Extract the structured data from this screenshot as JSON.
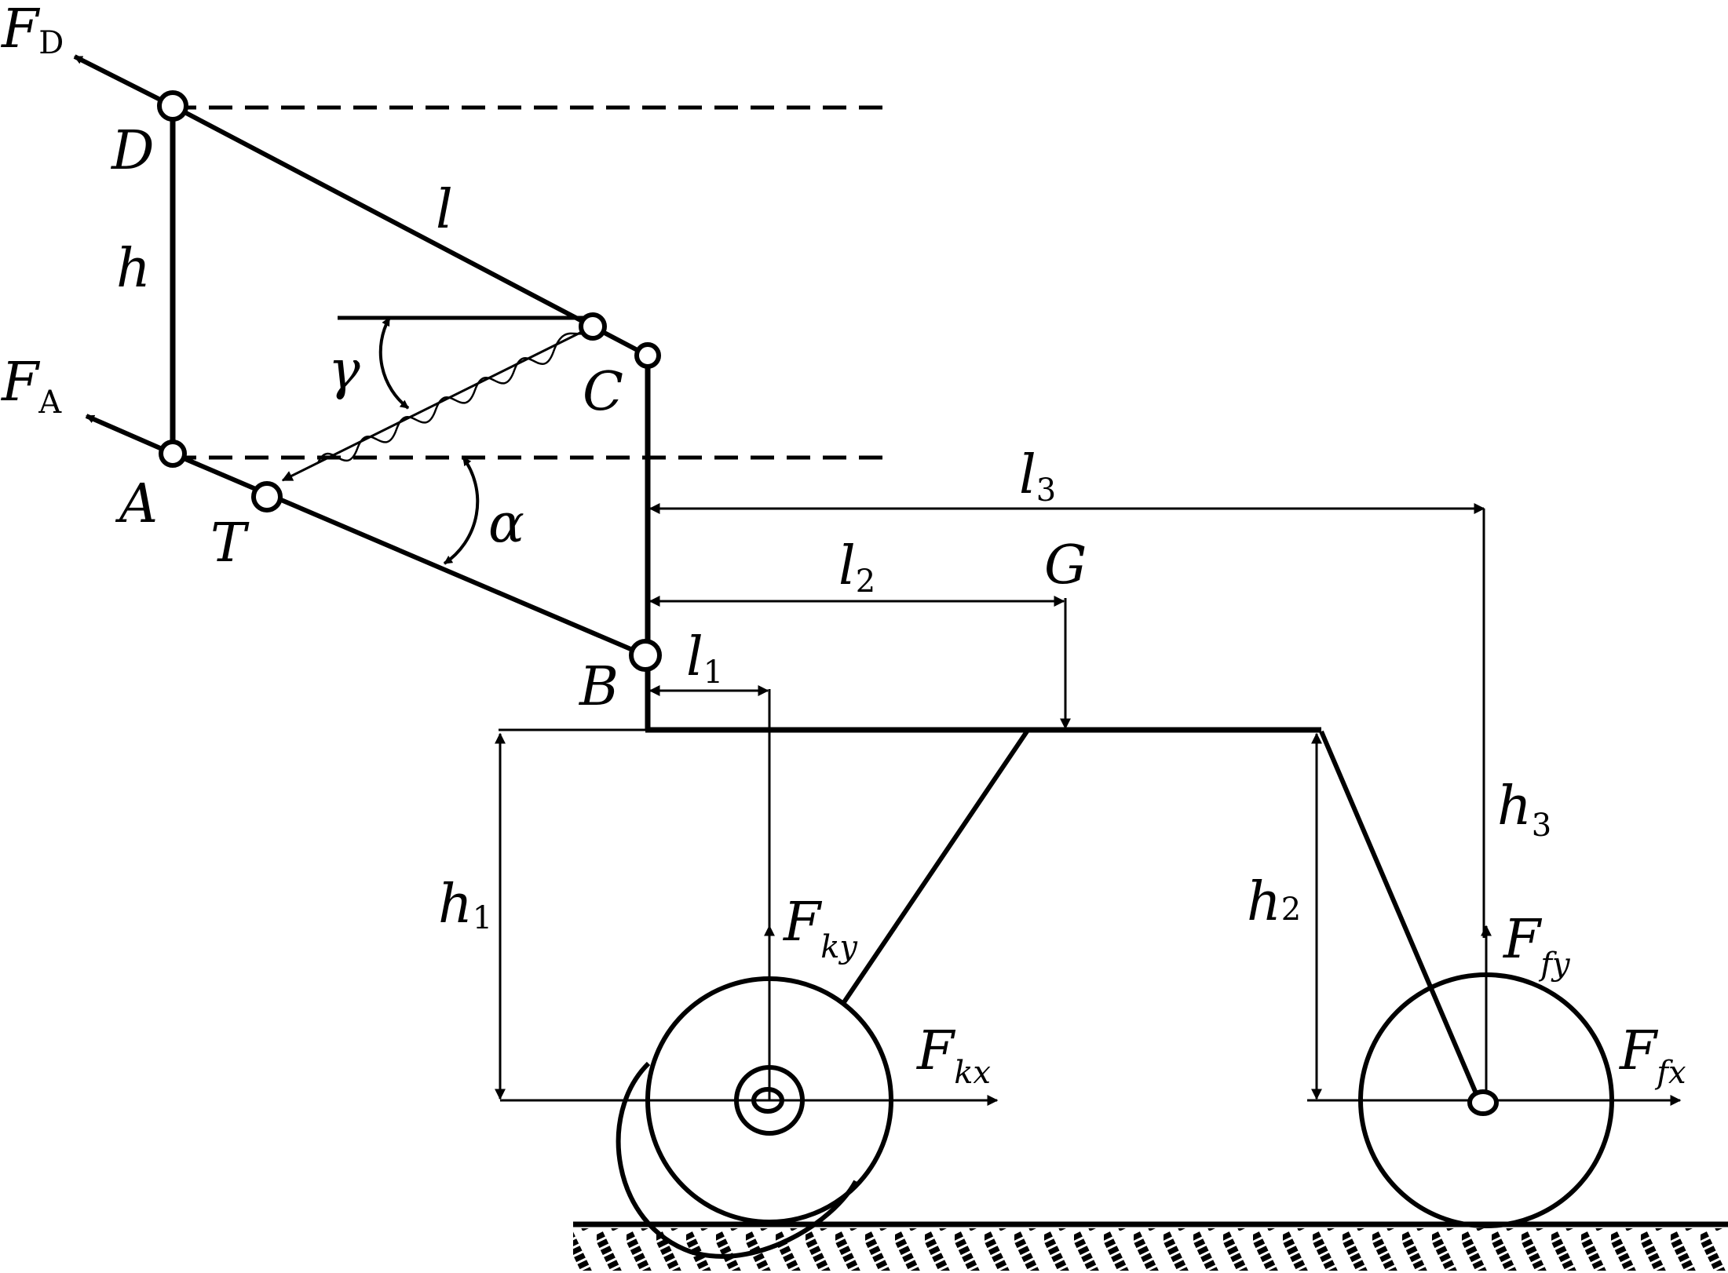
{
  "colors": {
    "ink": "#000000",
    "background": "#ffffff"
  },
  "labels": {
    "FD": {
      "main": "F",
      "sub": "D"
    },
    "FA": {
      "main": "F",
      "sub": "A"
    },
    "D": "D",
    "A": "A",
    "T": "T",
    "C": "C",
    "B": "B",
    "G": "G",
    "l": "l",
    "h": "h",
    "gamma": "γ",
    "alpha": "α",
    "l1": {
      "main": "l",
      "sub": "1"
    },
    "l2": {
      "main": "l",
      "sub": "2"
    },
    "l3": {
      "main": "l",
      "sub": "3"
    },
    "h1": {
      "main": "h",
      "sub": "1"
    },
    "h2": {
      "main": "h",
      "sub": "2"
    },
    "h3": {
      "main": "h",
      "sub": "3"
    },
    "Fky": {
      "main": "F",
      "sub": "ky"
    },
    "Fkx": {
      "main": "F",
      "sub": "kx"
    },
    "Ffy": {
      "main": "F",
      "sub": "fy"
    },
    "Ffx": {
      "main": "F",
      "sub": "fx"
    }
  }
}
